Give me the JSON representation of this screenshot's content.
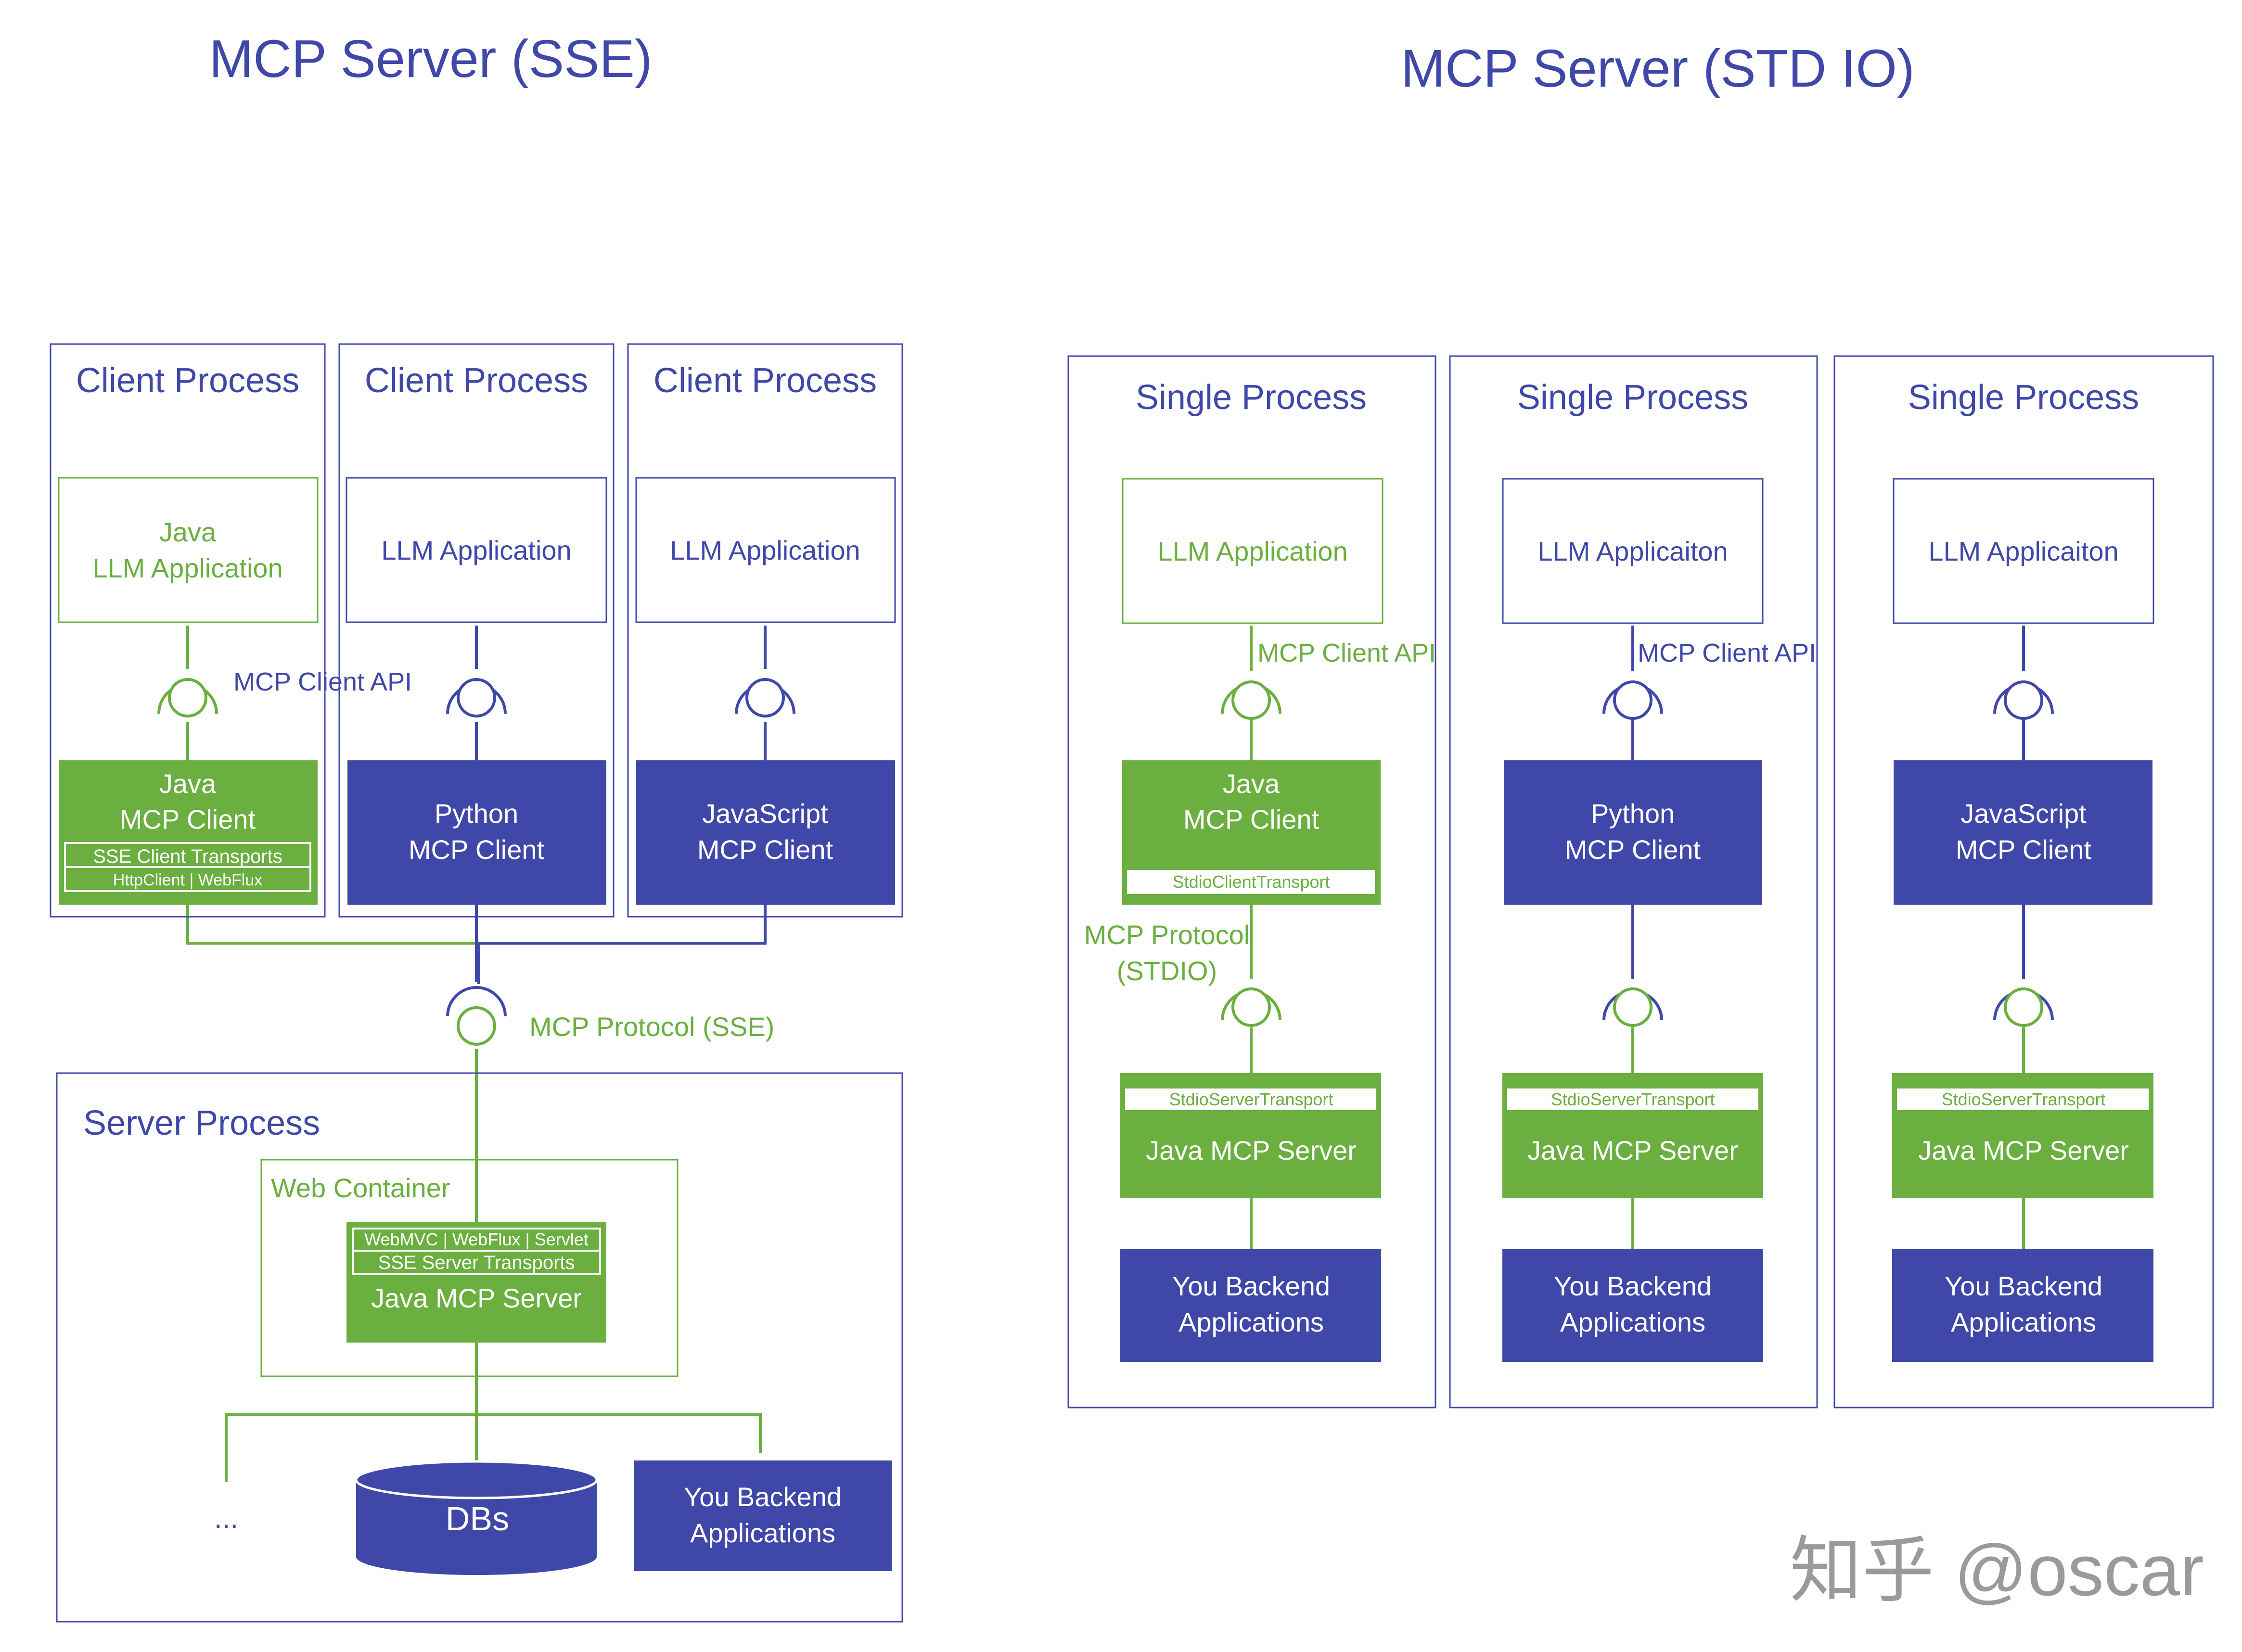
{
  "colors": {
    "blue": "#3f48a8",
    "green": "#6aaf3f",
    "white": "#ffffff",
    "watermark": "#9a9a9a"
  },
  "sse": {
    "title": "MCP Server (SSE)",
    "clients": [
      {
        "process_label": "Client Process",
        "app_lines": [
          "Java",
          "LLM Application"
        ],
        "client_lines": [
          "Java",
          "MCP Client"
        ],
        "transport_label": "SSE Client Transports",
        "transport_sub": "HttpClient | WebFlux"
      },
      {
        "process_label": "Client Process",
        "app_lines": [
          "LLM Application"
        ],
        "client_lines": [
          "Python",
          "MCP Client"
        ]
      },
      {
        "process_label": "Client Process",
        "app_lines": [
          "LLM Application"
        ],
        "client_lines": [
          "JavaScript",
          "MCP Client"
        ]
      }
    ],
    "client_api_label": "MCP Client API",
    "protocol_label": "MCP Protocol (SSE)",
    "server_process_label": "Server Process",
    "web_container_label": "Web Container",
    "server_frameworks": "WebMVC | WebFlux | Servlet",
    "server_transports": "SSE Server Transports",
    "server_label": "Java MCP Server",
    "ellipsis": "...",
    "db_label": "DBs",
    "backend_lines": [
      "You Backend",
      "Applications"
    ]
  },
  "stdio": {
    "title": "MCP Server (STD IO)",
    "processes": [
      {
        "process_label": "Single Process",
        "app_label": "LLM Application",
        "api_label": "MCP Client API",
        "client_lines": [
          "Java",
          "MCP Client"
        ],
        "client_transport": "StdioClientTransport",
        "protocol_lines": [
          "MCP Protocol",
          "(STDIO)"
        ],
        "server_transport": "StdioServerTransport",
        "server_label": "Java MCP Server",
        "backend_lines": [
          "You Backend",
          "Applications"
        ]
      },
      {
        "process_label": "Single Process",
        "app_label": "LLM Applicaiton",
        "api_label": "MCP Client API",
        "client_lines": [
          "Python",
          "MCP Client"
        ],
        "server_transport": "StdioServerTransport",
        "server_label": "Java MCP Server",
        "backend_lines": [
          "You Backend",
          "Applications"
        ]
      },
      {
        "process_label": "Single Process",
        "app_label": "LLM Applicaiton",
        "client_lines": [
          "JavaScript",
          "MCP Client"
        ],
        "server_transport": "StdioServerTransport",
        "server_label": "Java MCP Server",
        "backend_lines": [
          "You Backend",
          "Applications"
        ]
      }
    ]
  },
  "watermark": "知乎 @oscar"
}
